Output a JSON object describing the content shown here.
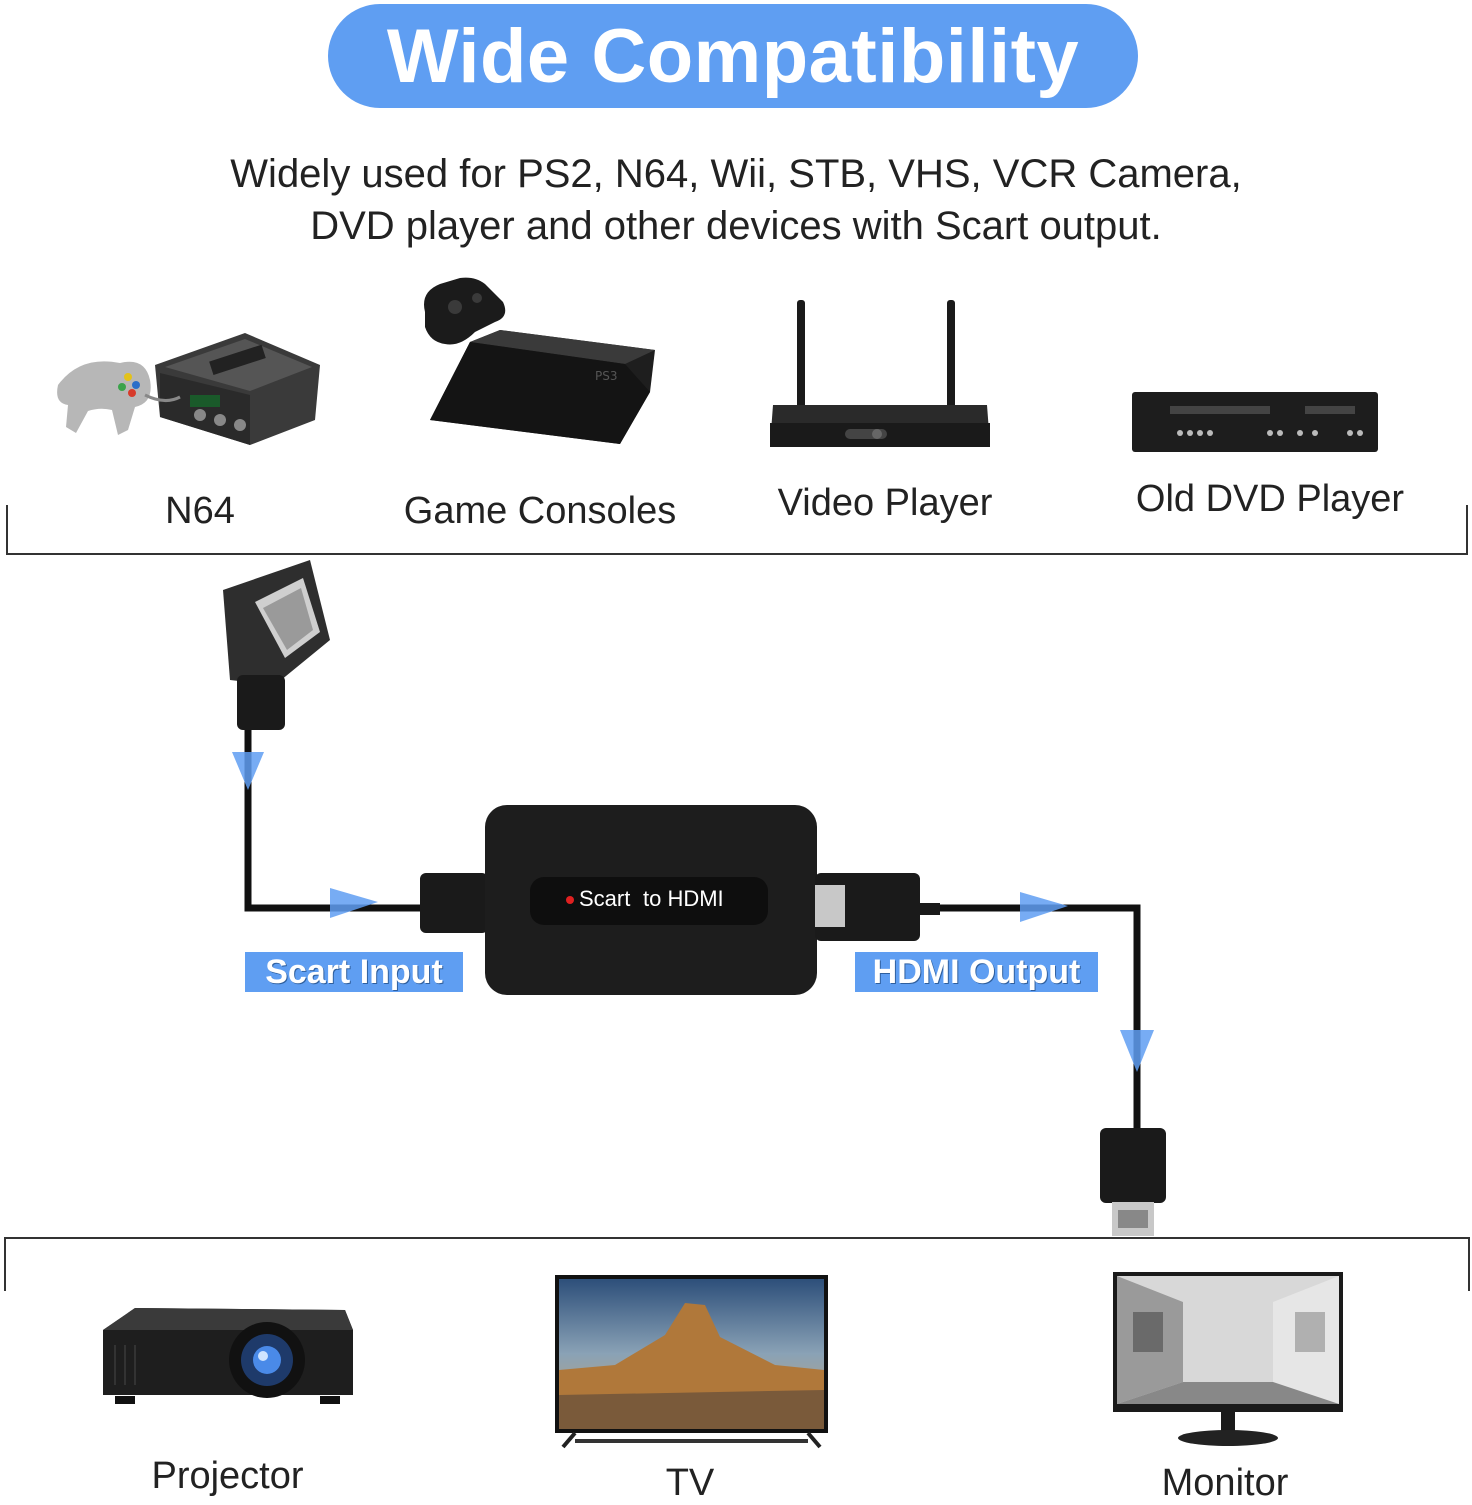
{
  "header": {
    "title": "Wide Compatibility",
    "subtitle_line1": "Widely used for PS2, N64, Wii, STB, VHS, VCR Camera,",
    "subtitle_line2": "DVD player and other devices with Scart output."
  },
  "sources": [
    {
      "label": "N64",
      "icon": "n64-console-icon"
    },
    {
      "label": "Game Consoles",
      "icon": "ps3-console-icon"
    },
    {
      "label": "Video Player",
      "icon": "set-top-box-icon"
    },
    {
      "label": "Old DVD Player",
      "icon": "dvd-vcr-player-icon"
    }
  ],
  "converter": {
    "label_scart": "Scart",
    "label_hdmi": "to HDMI",
    "input_tag": "Scart Input",
    "output_tag": "HDMI Output"
  },
  "outputs": [
    {
      "label": "Projector",
      "icon": "projector-icon"
    },
    {
      "label": "TV",
      "icon": "tv-icon"
    },
    {
      "label": "Monitor",
      "icon": "monitor-icon"
    }
  ],
  "colors": {
    "accent": "#5f9ef2",
    "device_black": "#1c1c1c",
    "text": "#222222"
  }
}
